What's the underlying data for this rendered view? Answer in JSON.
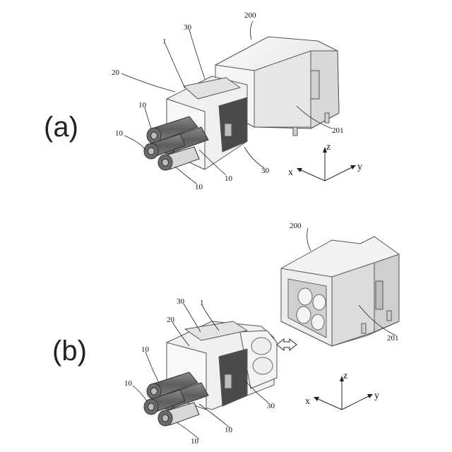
{
  "panels": [
    {
      "label": "(a)",
      "refs": {
        "plug": "1",
        "housing": "20",
        "terminal_top": "30",
        "terminal_bottom": "30",
        "receptacle": "200",
        "receptacle_face": "201",
        "cable_1": "10",
        "cable_2": "10",
        "cable_3": "10",
        "cable_4": "10"
      },
      "axes": {
        "x": "x",
        "y": "y",
        "z": "z"
      }
    },
    {
      "label": "(b)",
      "refs": {
        "plug": "1",
        "housing": "20",
        "terminal_top": "30",
        "terminal_bottom": "30",
        "receptacle": "200",
        "receptacle_face": "201",
        "cable_1": "10",
        "cable_2": "10",
        "cable_3": "10",
        "cable_4": "10"
      },
      "axes": {
        "x": "x",
        "y": "y",
        "z": "z"
      }
    }
  ],
  "colors": {
    "housing": "#f2f2f2",
    "shadow": "#c9c9c9",
    "dark": "#4a4a4a",
    "cable": "#6e6e6e",
    "line": "#222222"
  }
}
